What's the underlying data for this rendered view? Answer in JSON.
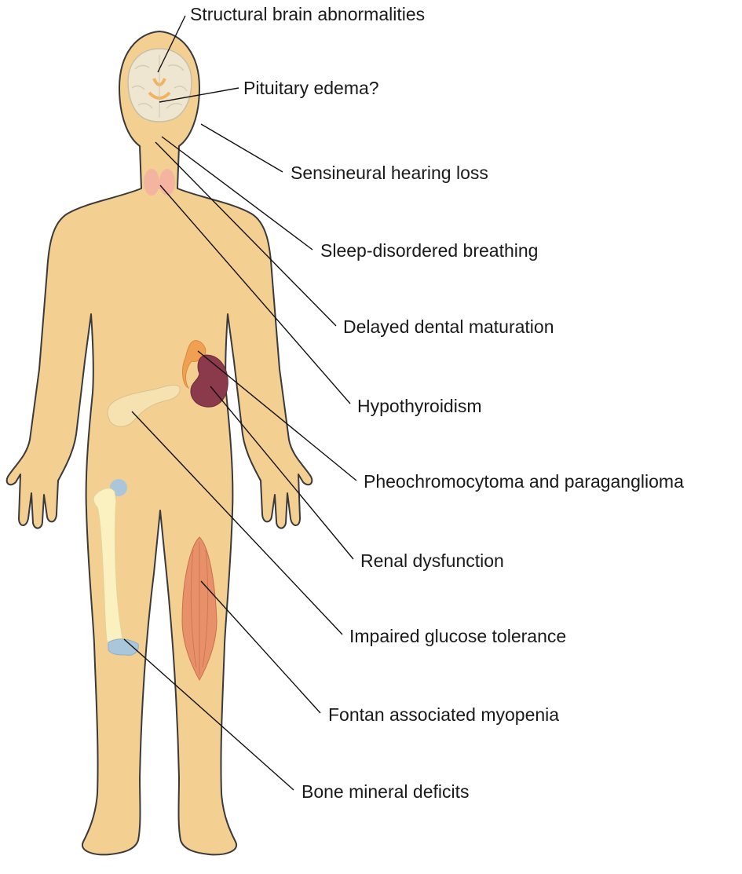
{
  "colors": {
    "skin": "#f3cf92",
    "skin_outline": "#3a3a3a",
    "kidney": "#8a3a4a",
    "adrenal": "#f0a050",
    "pancreas": "#f6e2b0",
    "bone": "#fbf0bf",
    "cartilage": "#a9c6da",
    "muscle": "#e8906a",
    "thyroid": "#f4b4a0",
    "brain": "#efe6d2",
    "leader": "#111111",
    "text": "#1a1a1a"
  },
  "icons": [
    "brain-icon",
    "thyroid-icon",
    "kidney-icon",
    "adrenal-gland-icon",
    "pancreas-icon",
    "femur-bone-icon",
    "thigh-muscle-icon"
  ],
  "labels": {
    "brain": "Structural brain abnormalities",
    "pituitary": "Pituitary edema?",
    "hearing": "Sensineural hearing loss",
    "sleep": "Sleep-disordered breathing",
    "dental": "Delayed dental maturation",
    "thyroid": "Hypothyroidism",
    "pheo": "Pheochromocytoma and paraganglioma",
    "renal": "Renal dysfunction",
    "glucose": "Impaired glucose tolerance",
    "myopenia": "Fontan associated myopenia",
    "bone": "Bone mineral deficits"
  }
}
